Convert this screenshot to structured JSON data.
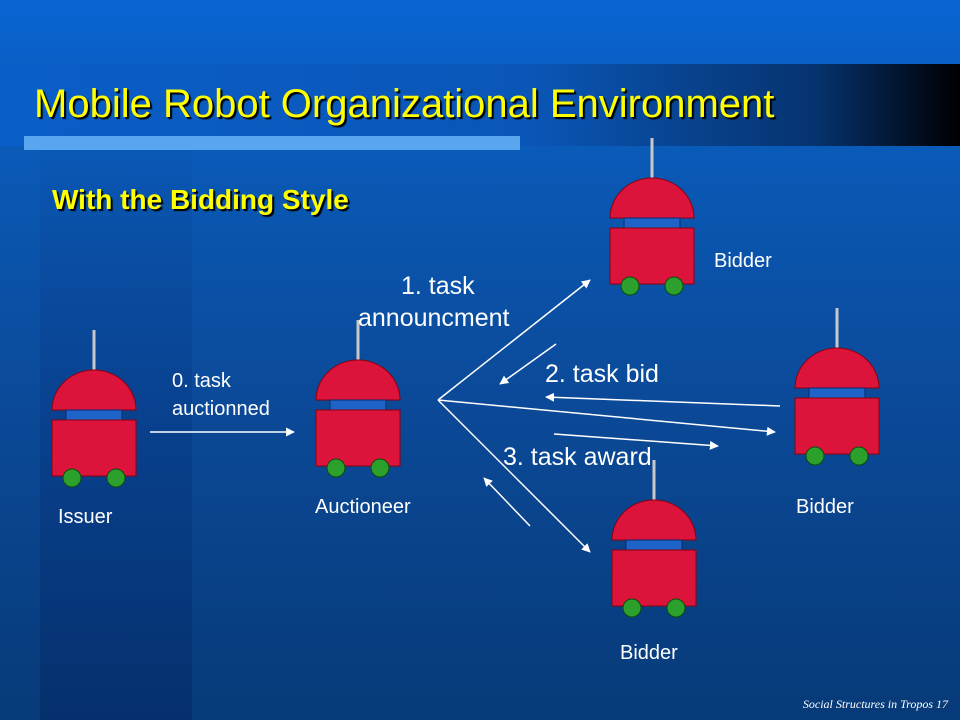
{
  "slide": {
    "title": "Mobile Robot Organizational Environment",
    "subtitle": "With the Bidding Style",
    "footer": "Social Structures in Tropos 17"
  },
  "diagram": {
    "robots": [
      {
        "role": "Issuer"
      },
      {
        "role": "Auctioneer"
      },
      {
        "role": "Bidder"
      },
      {
        "role": "Bidder"
      },
      {
        "role": "Bidder"
      }
    ],
    "issuer_label": "Issuer",
    "auctioneer_label": "Auctioneer",
    "bidder_top_label": "Bidder",
    "bidder_right_label": "Bidder",
    "bidder_bottom_label": "Bidder",
    "step0_line1": "0. task",
    "step0_line2": "auctionned",
    "step1_line1": "1. task",
    "step1_line2": "announcment",
    "step2": "2. task bid",
    "step3": "3. task award",
    "colors": {
      "robot_body": "#dc143c",
      "robot_stripe": "#1e64c8",
      "robot_wheel": "#2ca02c",
      "title_text": "#ffff00",
      "arrow": "#ffffff"
    }
  }
}
